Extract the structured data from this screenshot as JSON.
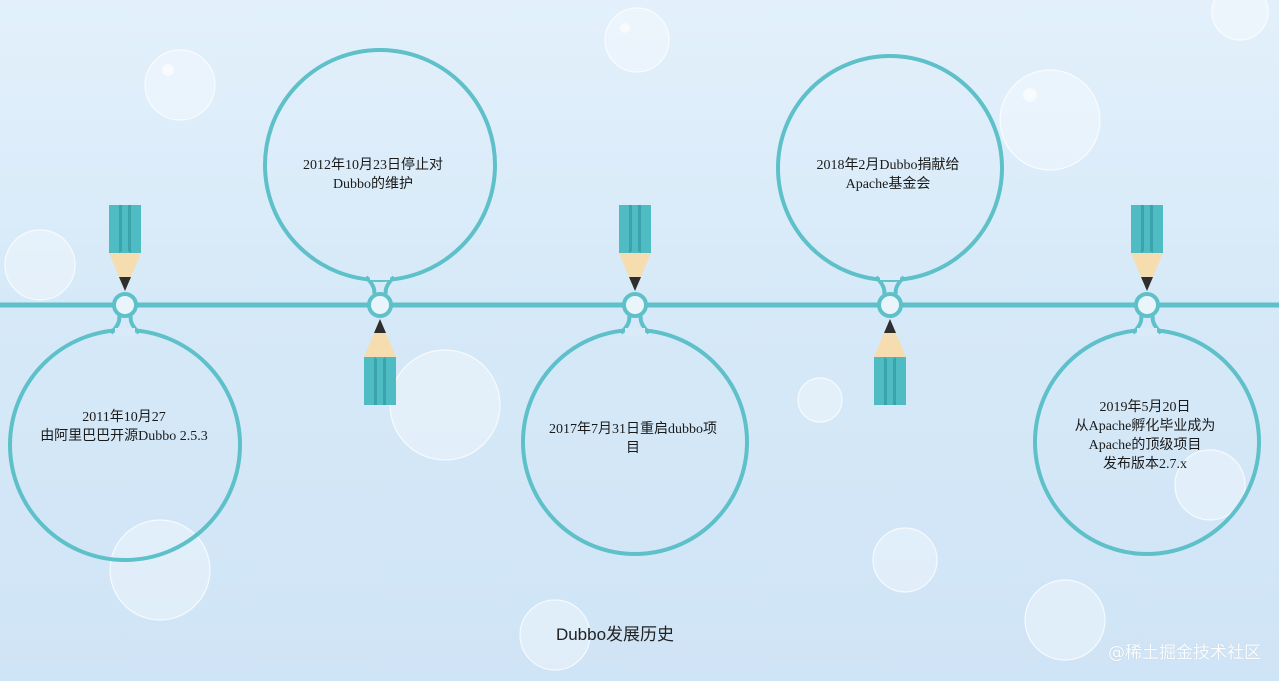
{
  "colors": {
    "line": "#5ec0c8",
    "pencil_body": "#4fbcc4",
    "pencil_body_dark": "#3aa3ab",
    "pencil_wood": "#f6ddb0",
    "pencil_lead": "#2e2e2e"
  },
  "events": [
    {
      "id": "event-2011",
      "text": "2011年10月27\n由阿里巴巴开源Dubbo 2.5.3"
    },
    {
      "id": "event-2012",
      "text": "2012年10月23日停止对\nDubbo的维护"
    },
    {
      "id": "event-2017",
      "text": "2017年7月31日重启dubbo项\n目"
    },
    {
      "id": "event-2018",
      "text": "2018年2月Dubbo捐献给\nApache基金会"
    },
    {
      "id": "event-2019",
      "text": "2019年5月20日\n从Apache孵化毕业成为\nApache的顶级项目\n发布版本2.7.x"
    }
  ],
  "footer": {
    "title": "Dubbo发展历史"
  },
  "watermark": "@稀土掘金技术社区"
}
